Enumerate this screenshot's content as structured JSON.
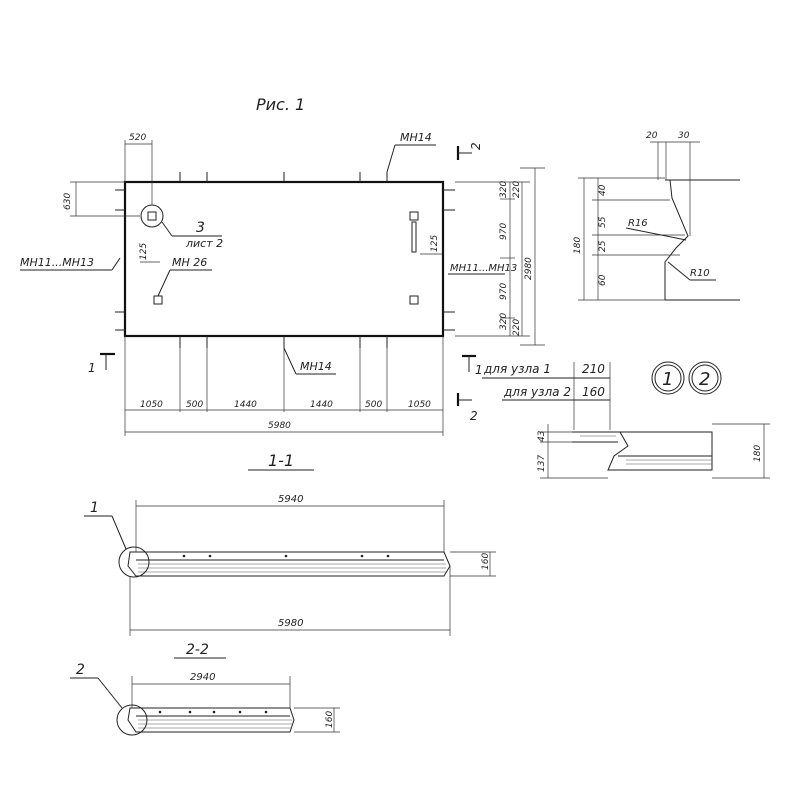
{
  "figure_title": "Рис. 1",
  "plan": {
    "top_marks": {
      "mark_top": "МН14",
      "mark_bottom": "МН14"
    },
    "left_mark": "МН11...МН13",
    "right_mark": "МН11...МН13",
    "mark_26": "МН 26",
    "callout_number": "3",
    "callout_sheet": "лист 2",
    "dim_top_520": "520",
    "dim_left_630": "630",
    "dim_125_left": "125",
    "dim_125_right": "125",
    "right_dims": [
      "320",
      "970",
      "970",
      "320"
    ],
    "right_outer": [
      "220",
      "220"
    ],
    "total_height": "2980",
    "bottom_dims": [
      "1050",
      "500",
      "1440",
      "1440",
      "500",
      "1050"
    ],
    "total_width": "5980",
    "section_1": "1",
    "section_2": "2"
  },
  "notes": {
    "node1": "для узла 1",
    "node1_val": "210",
    "node2": "для узла 2",
    "node2_val": "160",
    "circle1": "1",
    "circle2": "2"
  },
  "detail_right": {
    "top_20": "20",
    "top_30": "30",
    "v40": "40",
    "v55": "55",
    "v25": "25",
    "v60": "60",
    "v180": "180",
    "r16": "R16",
    "r10": "R10"
  },
  "detail_mid": {
    "v43": "43",
    "v137": "137",
    "v180": "180"
  },
  "section11": {
    "title": "1-1",
    "dim_top": "5940",
    "dim_bottom": "5980",
    "height": "160",
    "callout": "1"
  },
  "section22": {
    "title": "2-2",
    "dim_top": "2940",
    "height": "160",
    "callout": "2"
  }
}
